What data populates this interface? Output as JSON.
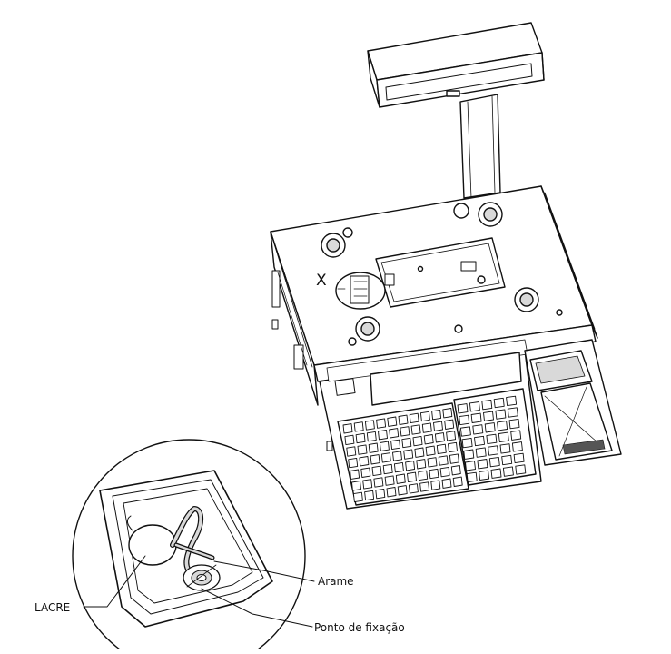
{
  "labels": {
    "lacre": "LACRE",
    "arame": "Arame",
    "ponto_fixacao": "Ponto de fixação",
    "marker": "X"
  },
  "colors": {
    "line": "#111111",
    "fill": "#ffffff",
    "shade": "#d9d9d9"
  }
}
